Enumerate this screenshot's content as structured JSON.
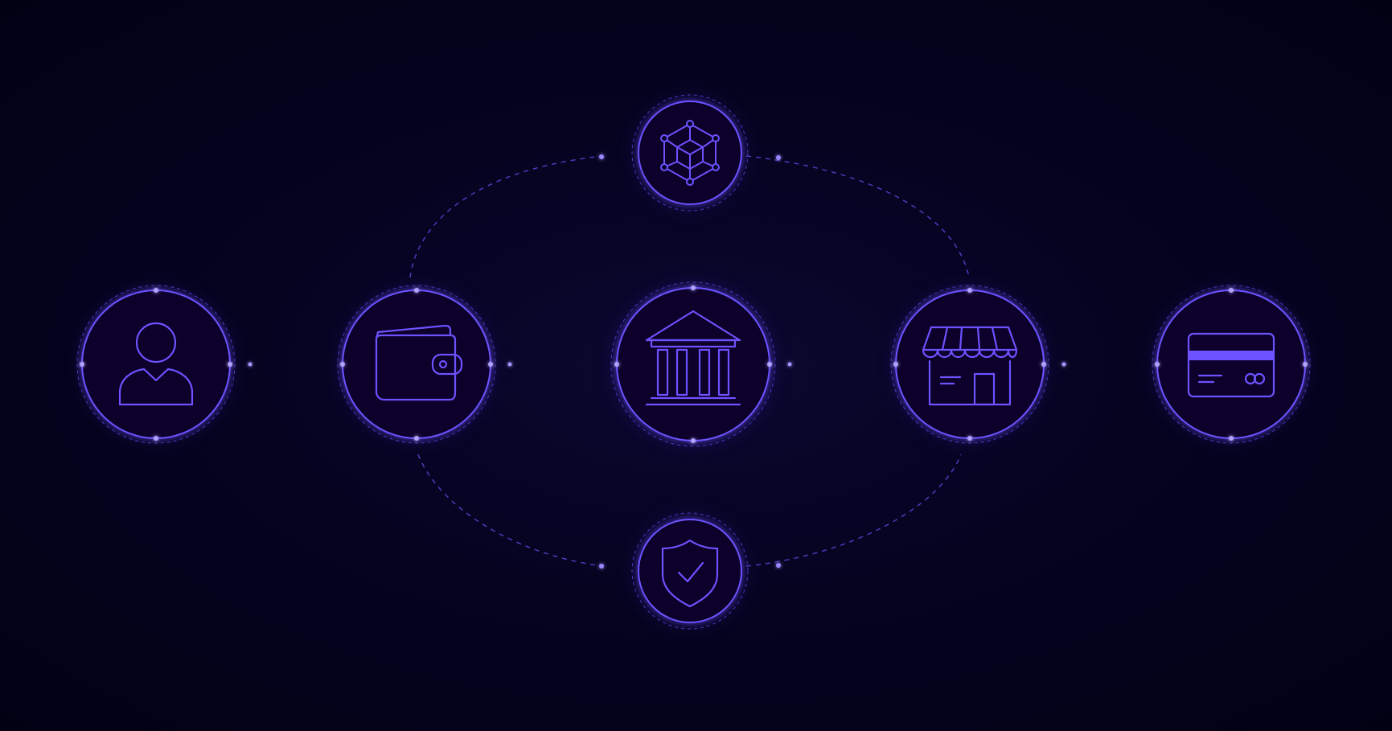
{
  "diagram": {
    "type": "payment-flow",
    "colors": {
      "background": "#03021a",
      "accent": "#6a4cff",
      "accent_bright": "#8d74ff",
      "glow": "#5b3dff"
    },
    "nodes": [
      {
        "id": "user",
        "icon": "user-icon"
      },
      {
        "id": "wallet",
        "icon": "wallet-icon"
      },
      {
        "id": "bank",
        "icon": "bank-icon"
      },
      {
        "id": "store",
        "icon": "store-icon"
      },
      {
        "id": "card",
        "icon": "credit-card-icon"
      },
      {
        "id": "blockchain",
        "icon": "cube-network-icon"
      },
      {
        "id": "security",
        "icon": "shield-check-icon"
      }
    ],
    "edges": [
      {
        "from": "user",
        "to": "wallet",
        "style": "solid-arrow"
      },
      {
        "from": "wallet",
        "to": "bank",
        "style": "solid-arrow"
      },
      {
        "from": "bank",
        "to": "store",
        "style": "solid-arrow"
      },
      {
        "from": "store",
        "to": "card",
        "style": "solid-arrow"
      },
      {
        "from": "wallet",
        "to": "blockchain",
        "style": "dashed"
      },
      {
        "from": "blockchain",
        "to": "store",
        "style": "dashed"
      },
      {
        "from": "wallet",
        "to": "security",
        "style": "dashed"
      },
      {
        "from": "security",
        "to": "store",
        "style": "dashed"
      }
    ]
  }
}
